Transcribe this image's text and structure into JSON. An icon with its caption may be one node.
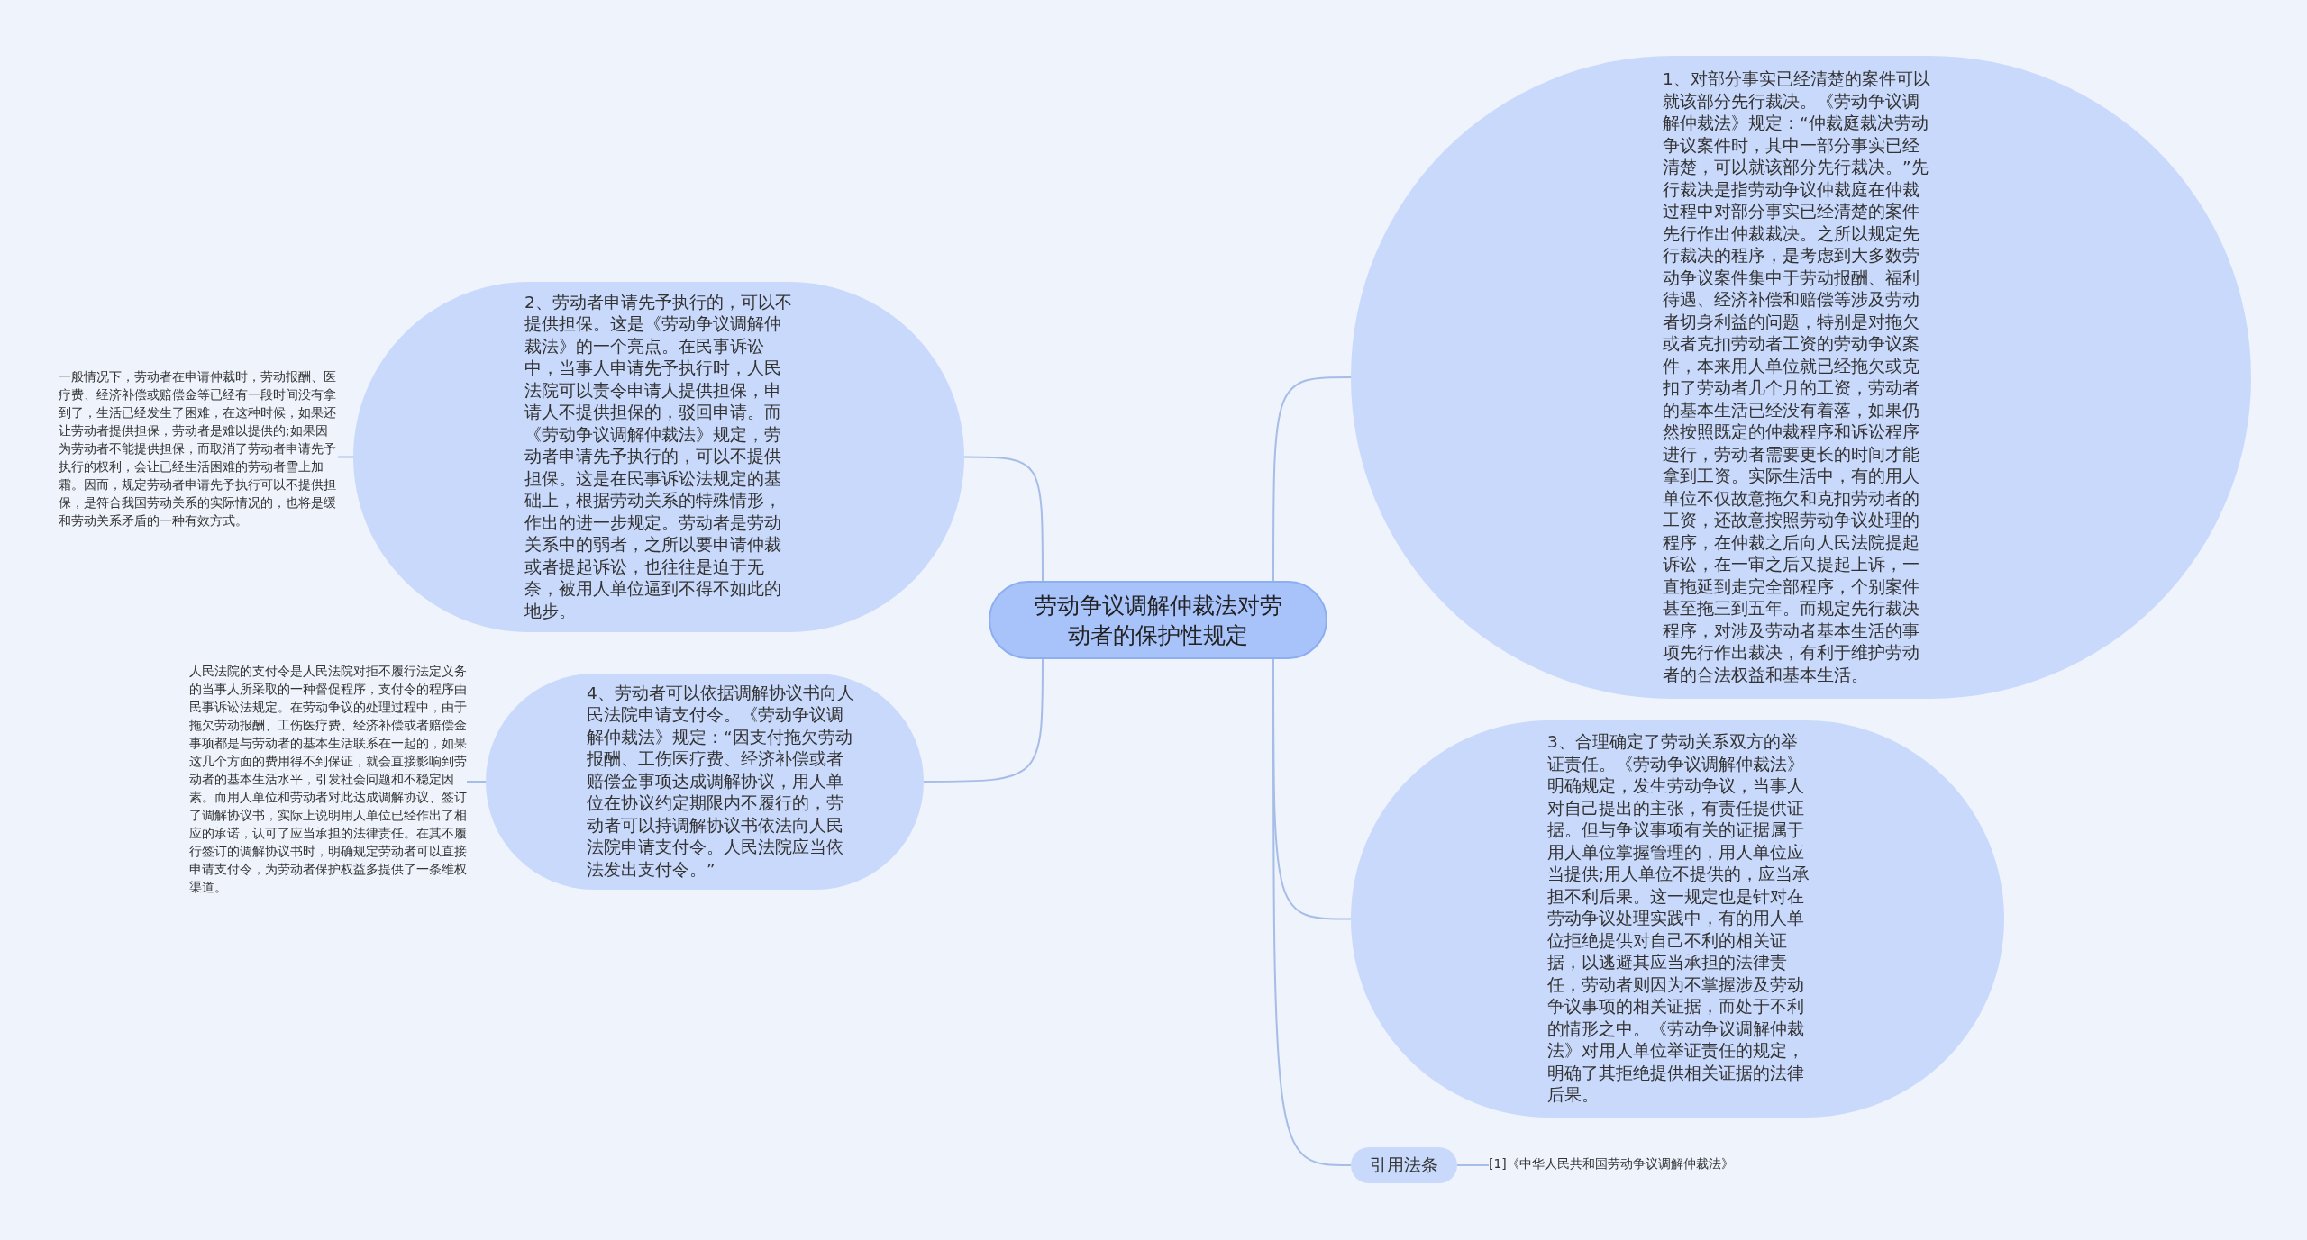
{
  "diagram": {
    "nodes": [
      {
        "text": [
          "劳动争议调解仲裁法对劳动者的保护性规定"
        ]
      },
      {
        "text": [
          "2、劳动者申请先予执行的，可以不提供担保。这是《劳动争议调解仲裁法》的一个亮点。在民事诉讼中，当事人申请先予执行时，人民法院可以责令申请人提供担保，申请人不提供担保的，驳回申请。而《劳动争议调解仲裁法》规定，劳动者申请先予执行的，可以不提供担保。这是在民事诉讼法规定的基础上，根据劳动关系的特殊情形，作出的进一步规定。劳动者是劳动关系中的弱者，之所以要申请仲裁或者提起诉讼，也往往是迫于无奈，被用人单位逼到不得不如此的地步。"
        ]
      },
      {
        "text": [
          "一般情况下，劳动者在申请仲裁时，劳动报酬、医疗费、经济补偿或赔偿金等已经有一段时间没有拿到了，生活已经发生了困难，在这种时候，如果还让劳动者提供担保，劳动者是难以提供的;如果因为劳动者不能提供担保，而取消了劳动者申请先予执行的权利，会让已经生活困难的劳动者雪上加霜。因而，规定劳动者申请先予执行可以不提供担保，是符合我国劳动关系的实际情况的，也将是缓和劳动关系矛盾的一种有效方式。"
        ]
      },
      {
        "text": [
          "4、劳动者可以依据调解协议书向人民法院申请支付令。《劳动争议调解仲裁法》规定：“因支付拖欠劳动报酬、工伤医疗费、经济补偿或者赔偿金事项达成调解协议，用人单位在协议约定期限内不履行的，劳动者可以持调解协议书依法向人民法院申请支付令。人民法院应当依法发出支付令。”"
        ]
      },
      {
        "text": [
          "人民法院的支付令是人民法院对拒不履行法定义务的当事人所采取的一种督促程序，支付令的程序由民事诉讼法规定。在劳动争议的处理过程中，由于拖欠劳动报酬、工伤医疗费、经济补偿或者赔偿金事项都是与劳动者的基本生活联系在一起的，如果这几个方面的费用得不到保证，就会直接影响到劳动者的基本生活水平，引发社会问题和不稳定因素。而用人单位和劳动者对此达成调解协议、签订了调解协议书，实际上说明用人单位已经作出了相应的承诺，认可了应当承担的法律责任。在其不履行签订的调解协议书时，明确规定劳动者可以直接申请支付令，为劳动者保护权益多提供了一条维权渠道。"
        ]
      },
      {
        "text": [
          "1、对部分事实已经清楚的案件可以就该部分先行裁决。《劳动争议调解仲裁法》规定：“仲裁庭裁决劳动争议案件时，其中一部分事实已经清楚，可以就该部分先行裁决。”先行裁决是指劳动争议仲裁庭在仲裁过程中对部分事实已经清楚的案件先行作出仲裁裁决。之所以规定先行裁决的程序，是考虑到大多数劳动争议案件集中于劳动报酬、福利待遇、经济补偿和赔偿等涉及劳动者切身利益的问题，特别是对拖欠或者克扣劳动者工资的劳动争议案件，本来用人单位就已经拖欠或克扣了劳动者几个月的工资，劳动者的基本生活已经没有着落，如果仍然按照既定的仲裁程序和诉讼程序进行，劳动者需要更长的时间才能拿到工资。实际生活中，有的用人单位不仅故意拖欠和克扣劳动者的工资，还故意按照劳动争议处理的程序，在仲裁之后向人民法院提起诉讼，在一审之后又提起上诉，一直拖延到走完全部程序，个别案件甚至拖三到五年。而规定先行裁决程序，对涉及劳动者基本生活的事项先行作出裁决，有利于维护劳动者的合法权益和基本生活。"
        ]
      },
      {
        "text": [
          "3、合理确定了劳动关系双方的举证责任。《劳动争议调解仲裁法》明确规定，发生劳动争议，当事人对自己提出的主张，有责任提供证据。但与争议事项有关的证据属于用人单位掌握管理的，用人单位应当提供;用人单位不提供的，应当承担不利后果。这一规定也是针对在劳动争议处理实践中，有的用人单位拒绝提供对自己不利的相关证据，以逃避其应当承担的法律责任，劳动者则因为不掌握涉及劳动争议事项的相关证据，而处于不利的情形之中。《劳动争议调解仲裁法》对用人单位举证责任的规定，明确了其拒绝提供相关证据的法律后果。"
        ]
      },
      {
        "text": [
          "引用法条"
        ]
      },
      {
        "text": [
          "[1]《中华人民共和国劳动争议调解仲裁法》"
        ]
      }
    ],
    "edges": [
      {
        "from": 0,
        "to": 1,
        "arrow": "none"
      },
      {
        "from": 1,
        "to": 2,
        "arrow": "none"
      },
      {
        "from": 0,
        "to": 3,
        "arrow": "none"
      },
      {
        "from": 3,
        "to": 4,
        "arrow": "none"
      },
      {
        "from": 0,
        "to": 5,
        "arrow": "none"
      },
      {
        "from": 0,
        "to": 6,
        "arrow": "none"
      },
      {
        "from": 0,
        "to": 7,
        "arrow": "none"
      },
      {
        "from": 7,
        "to": 8,
        "arrow": "none"
      }
    ]
  }
}
